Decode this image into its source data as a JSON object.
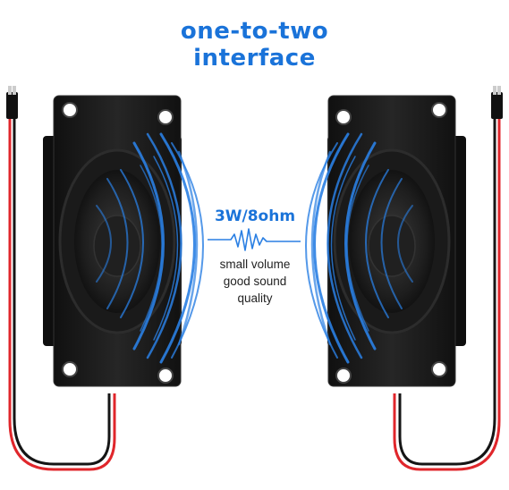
{
  "headline": {
    "line1": "one-to-two",
    "line2": "interface"
  },
  "spec": "3W/8ohm",
  "description": {
    "line1": "small volume",
    "line2": "good sound",
    "line3": "quality"
  },
  "colors": {
    "accent": "#1a73d9",
    "speaker_body": "#1b1b1b",
    "wire_red": "#e0262b",
    "wire_black": "#151515",
    "wave_blue": "#2a7fe3"
  }
}
